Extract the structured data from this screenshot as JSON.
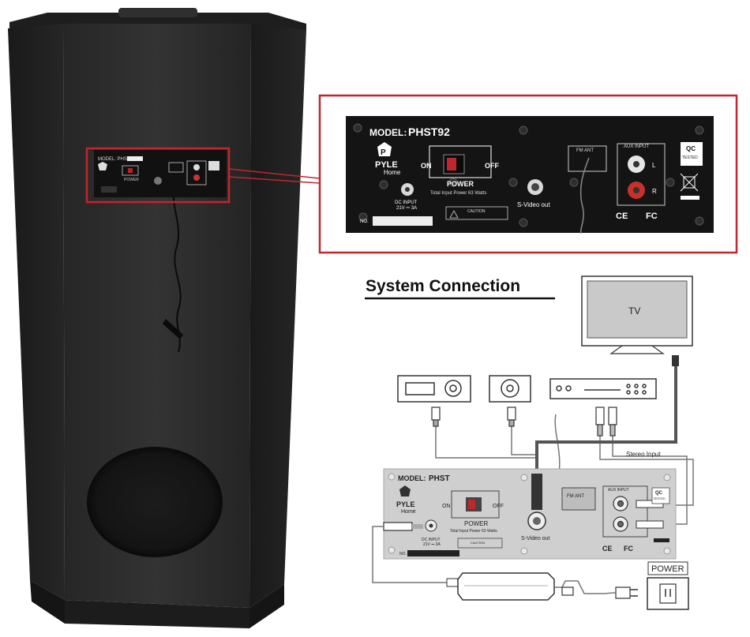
{
  "colors": {
    "speaker_body": "#2b2b2b",
    "highlight_red": "#c0272d",
    "panel_dark": "#141414",
    "panel_light": "#cfcfcf",
    "tv_screen": "#c9c9c9"
  },
  "icons": [
    "speaker-tower",
    "pyle-logo",
    "rca-jack",
    "s-video-jack",
    "power-switch",
    "power-adapter",
    "wall-outlet",
    "tv",
    "dvd-player",
    "radio",
    "cd-player"
  ],
  "speaker": {
    "small_panel": {
      "model": "MODEL: PHST92",
      "power": "POWER"
    }
  },
  "closeup_panel": {
    "model_label": "MODEL:",
    "model_value": "PHST92",
    "brand": "PYLE",
    "brand_sub": "Home",
    "switch_on": "ON",
    "switch_off": "OFF",
    "switch_label": "POWER",
    "power_note": "Total Input Power 63 Watts",
    "dc_input": "DC INPUT",
    "dc_rating": "21V ⎓ 3A",
    "caution": "CAUTION",
    "svideo": "S-Video out",
    "fm_ant": "FM ANT",
    "aux_input": "AUX INPUT",
    "aux_l": "L",
    "aux_r": "R",
    "qc": "QC",
    "qc_sub": "TESTED",
    "ce": "CE",
    "fc": "FC",
    "serial_label": "NO."
  },
  "connection": {
    "heading": "System Connection",
    "tv_label": "TV",
    "stereo_input": "Stereo Input",
    "power_label": "POWER",
    "panel": {
      "model_label": "MODEL:",
      "model_value": "PHST",
      "brand": "PYLE",
      "brand_sub": "Home",
      "switch_on": "ON",
      "switch_off": "OFF",
      "switch_label": "POWER",
      "power_note": "Total Input Power 63 Watts",
      "dc_input": "DC INPUT",
      "dc_rating": "21V ⎓ 3A",
      "svideo": "S-Video out",
      "fm_ant": "FM ANT",
      "aux_input": "AUX INPUT",
      "caution": "CAUTION",
      "serial_label": "NO.",
      "ce": "CE",
      "fc": "FC",
      "qc": "QC",
      "qc_sub": "TESTED"
    }
  }
}
